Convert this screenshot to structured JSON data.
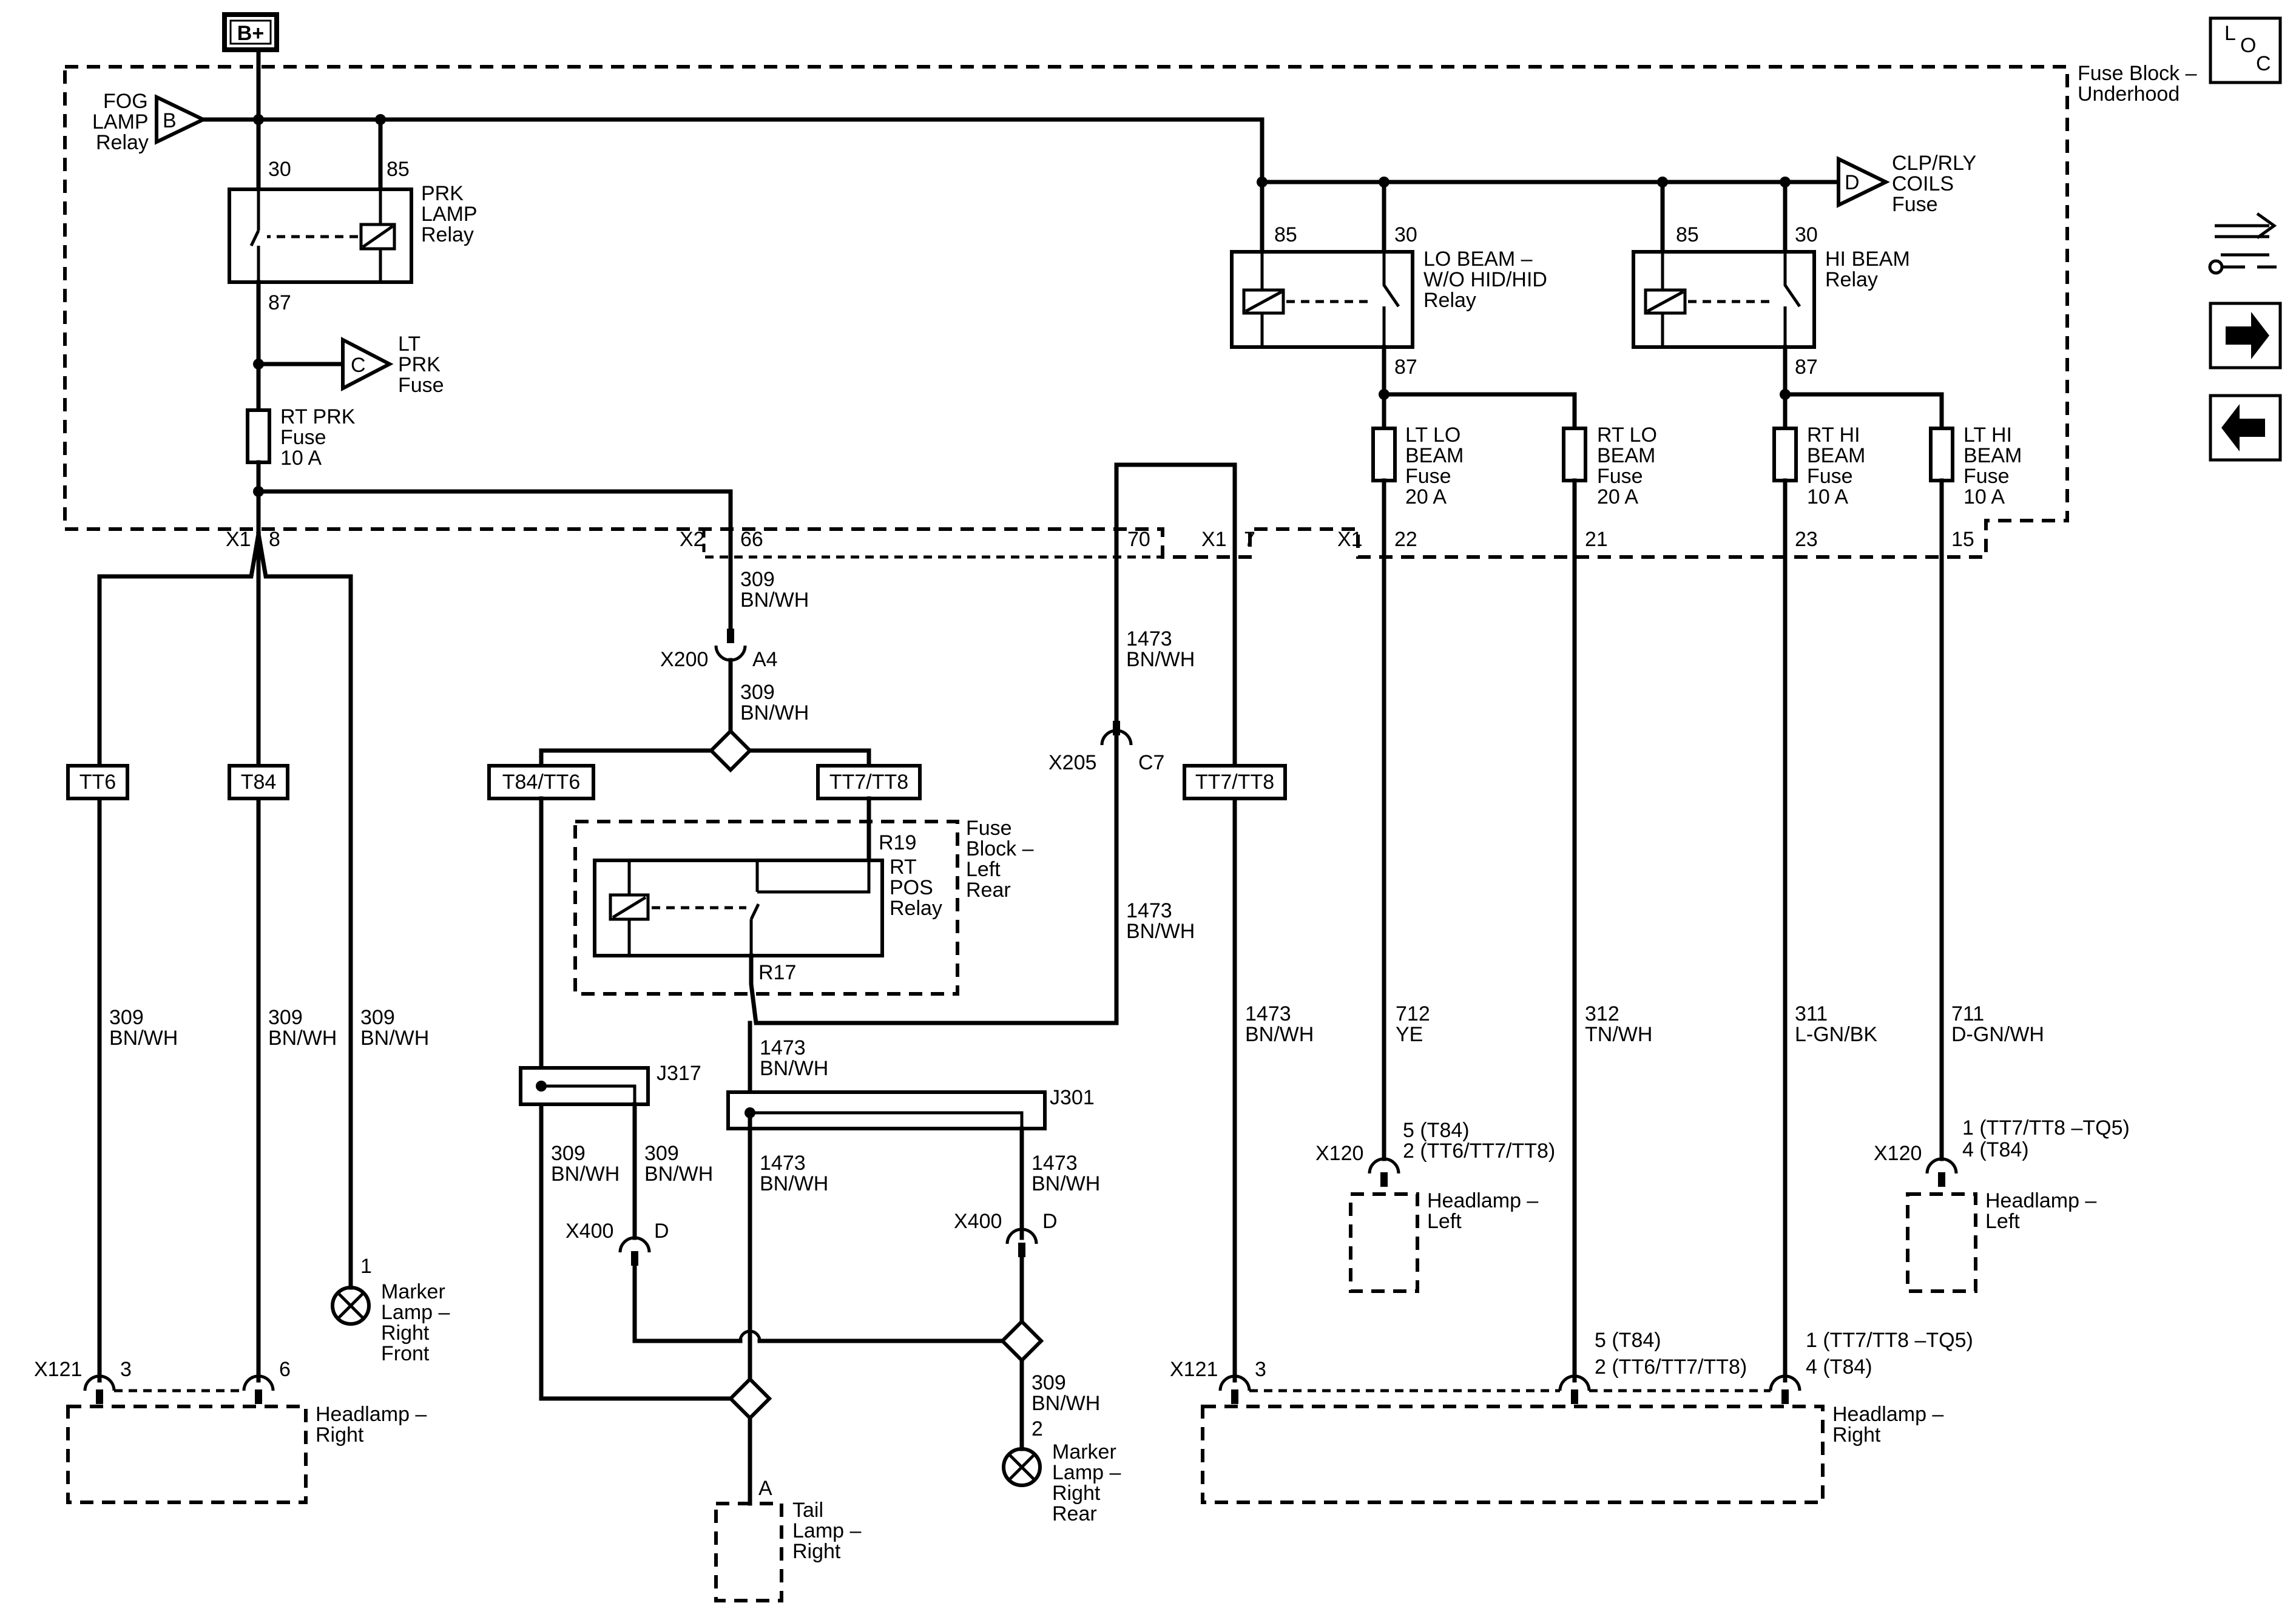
{
  "power": {
    "bplus": "B+"
  },
  "fuse_block_underhood": {
    "line1": "Fuse Block –",
    "line2": "Underhood"
  },
  "loc": {
    "l": "L",
    "o": "O",
    "c": "C"
  },
  "fog_lamp_relay": {
    "line1": "FOG",
    "line2": "LAMP",
    "line3": "Relay",
    "pin": "B"
  },
  "prk_relay": {
    "pin30": "30",
    "pin85": "85",
    "pin87": "87",
    "line1": "PRK",
    "line2": "LAMP",
    "line3": "Relay"
  },
  "lt_prk_fuse": {
    "pin": "C",
    "line1": "LT",
    "line2": "PRK",
    "line3": "Fuse"
  },
  "rt_prk_fuse": {
    "line1": "RT PRK",
    "line2": "Fuse",
    "line3": "10 A"
  },
  "clp_rly": {
    "pin": "D",
    "line1": "CLP/RLY",
    "line2": "COILS",
    "line3": "Fuse"
  },
  "lo_beam_relay": {
    "pin85": "85",
    "pin30": "30",
    "pin87": "87",
    "line1": "LO BEAM –",
    "line2": "W/O HID/HID",
    "line3": "Relay"
  },
  "hi_beam_relay": {
    "pin85": "85",
    "pin30": "30",
    "pin87": "87",
    "line1": "HI BEAM",
    "line2": "Relay"
  },
  "fuses": [
    {
      "l1": "LT LO",
      "l2": "BEAM",
      "l3": "Fuse",
      "l4": "20 A"
    },
    {
      "l1": "RT LO",
      "l2": "BEAM",
      "l3": "Fuse",
      "l4": "20 A"
    },
    {
      "l1": "RT HI",
      "l2": "BEAM",
      "l3": "Fuse",
      "l4": "10 A"
    },
    {
      "l1": "LT HI",
      "l2": "BEAM",
      "l3": "Fuse",
      "l4": "10 A"
    }
  ],
  "connectors": {
    "x1": "X1",
    "x1_8": "8",
    "x2": "X2",
    "x2_66": "66",
    "x2_70": "70",
    "x1b": "X1",
    "x1b_7": "7",
    "x1c": "X1",
    "pin22": "22",
    "pin21": "21",
    "pin23": "23",
    "pin15": "15"
  },
  "wires": {
    "w309": "309",
    "bnwh": "BN/WH",
    "w1473": "1473",
    "w712": "712",
    "ye": "YE",
    "w312": "312",
    "tnwh": "TN/WH",
    "w311": "311",
    "lgnbk": "L-GN/BK",
    "w711": "711",
    "dgnwh": "D-GN/WH"
  },
  "x200": {
    "name": "X200",
    "pin": "A4"
  },
  "x205": {
    "name": "X205",
    "pin": "C7"
  },
  "options": {
    "tt6": "TT6",
    "t84": "T84",
    "t84tt6": "T84/TT6",
    "tt7tt8": "TT7/TT8",
    "tt7tt8b": "TT7/TT8"
  },
  "rt_pos_relay": {
    "r19": "R19",
    "r17": "R17",
    "l1": "RT",
    "l2": "POS",
    "l3": "Relay"
  },
  "fuse_block_lr": {
    "l1": "Fuse",
    "l2": "Block –",
    "l3": "Left",
    "l4": "Rear"
  },
  "splices": {
    "j317": "J317",
    "j301": "J301"
  },
  "x400": {
    "name": "X400",
    "pin": "D"
  },
  "marker_front": {
    "pin": "1",
    "l1": "Marker",
    "l2": "Lamp –",
    "l3": "Right",
    "l4": "Front"
  },
  "marker_rear": {
    "pin": "2",
    "l1": "Marker",
    "l2": "Lamp –",
    "l3": "Right",
    "l4": "Rear"
  },
  "tail_lamp": {
    "pin": "A",
    "l1": "Tail",
    "l2": "Lamp –",
    "l3": "Right"
  },
  "headlamp_right_a": {
    "conn": "X121",
    "p3": "3",
    "p6": "6",
    "l1": "Headlamp –",
    "l2": "Right"
  },
  "headlamp_right_b": {
    "conn": "X121",
    "p3": "3",
    "pa1": "5 (T84)",
    "pa2": "2 (TT6/TT7/TT8)",
    "pb1": "1 (TT7/TT8 –TQ5)",
    "pb2": "4 (T84)",
    "l1": "Headlamp –",
    "l2": "Right"
  },
  "headlamp_left_lo": {
    "conn": "X120",
    "p1": "5 (T84)",
    "p2": "2 (TT6/TT7/TT8)",
    "l1": "Headlamp –",
    "l2": "Left"
  },
  "headlamp_left_hi": {
    "conn": "X120",
    "p1": "1 (TT7/TT8 –TQ5)",
    "p2": "4 (T84)",
    "l1": "Headlamp –",
    "l2": "Left"
  }
}
